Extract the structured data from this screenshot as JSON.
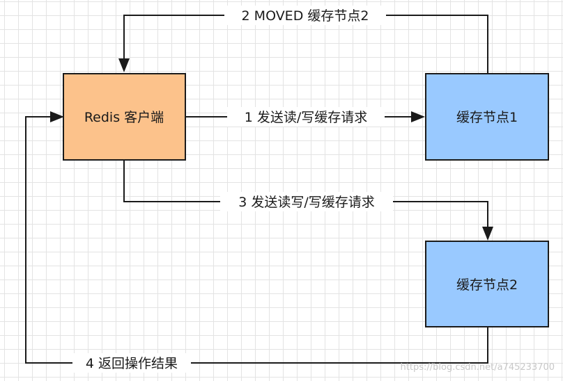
{
  "nodes": {
    "client": {
      "label": "Redis 客户端",
      "fill": "#fcc28b"
    },
    "cache1": {
      "label": "缓存节点1",
      "fill": "#99c9ff"
    },
    "cache2": {
      "label": "缓存节点2",
      "fill": "#99c9ff"
    }
  },
  "edges": {
    "send_request": {
      "label": "1 发送读/写缓存请求"
    },
    "moved": {
      "label": "2 MOVED 缓存节点2"
    },
    "send_request_again": {
      "label": "3 发送读写/写缓存请求"
    },
    "return_result": {
      "label": "4 返回操作结果"
    }
  },
  "watermark": "https://blog.csdn.net/a745233700"
}
